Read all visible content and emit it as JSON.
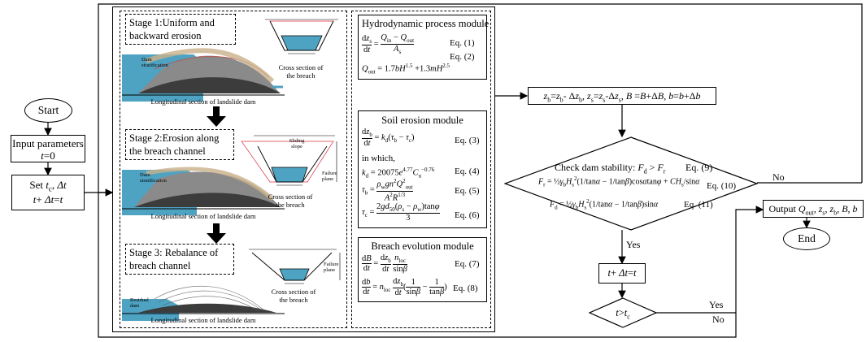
{
  "flow": {
    "start": "Start",
    "input_line1": "Input parameters",
    "input_line2": "t=0",
    "set_line1": "Set tc, Δt",
    "set_line2": "t+ Δt=t",
    "update": "zb=zb- Δzb, zs=zs-Δzs, B =B+ΔB, b=b+Δb",
    "time_update": "t+ Δt=t",
    "time_check": "t>tc",
    "output": "Output Qout, zs, zb, B, b",
    "end": "End",
    "label_yes_1": "Yes",
    "label_yes_2": "Yes",
    "label_no_1": "No",
    "label_no_2": "No"
  },
  "stability": {
    "title": "Check dam stability: Fd > Fr",
    "eq9": "Eq. (9)",
    "eq10": "Eq. (10)",
    "eq11": "Eq. (11)",
    "fr_formula": "Fr = ½ γb Hs² (1/tanα − 1/tanβ) cosα tanφ + CHs/sinα",
    "fd_formula": "Fd = ½ γb Hs² (1/tanα − 1/tanβ) sinα"
  },
  "stages": {
    "stage1_title": "Stage 1:Uniform and backward erosion",
    "stage2_title": "Stage 2:Erosion along the breach channel",
    "stage3_title": "Stage 3: Rebalance of breach channel",
    "long_caption": "Longitudinal section of landslide dam",
    "cross_caption_1": "Cross section of",
    "cross_caption_2": "the breach",
    "dam_strat": "Dam stratification",
    "residual_dam": "Residual dam",
    "sliding_slope": "Sliding slope",
    "failure_plane": "Failure plane"
  },
  "modules": {
    "hydro_title": "Hydrodynamic process module",
    "hydro_eq1_label": "Eq. (1)",
    "hydro_eq2_label": "Eq. (2)",
    "hydro_eq1": "dzs/dt = (Qin − Qout)/As",
    "hydro_eq2": "Qout = 1.7bH^1.5 + 1.3mH^2.5",
    "soil_title": "Soil erosion module",
    "soil_eq3": "dzb/dt = kd(τb − τc)",
    "soil_eq3_label": "Eq. (3)",
    "soil_in_which": "in which,",
    "soil_eq4": "kd = 20075e^(4.77) Cu^(−0.76)",
    "soil_eq4_label": "Eq. (4)",
    "soil_eq5": "τb = ρw g n² Q²out / (A² R^(1/3))",
    "soil_eq5_label": "Eq. (5)",
    "soil_eq6": "τc = 2gd50(ρs − ρw)tanφ / 3",
    "soil_eq6_label": "Eq. (6)",
    "breach_title": "Breach evolution module",
    "breach_eq7": "dB/dt = dzb/dt · nloc/sinβ",
    "breach_eq7_label": "Eq. (7)",
    "breach_eq8": "db/dt = nloc dzb/dt (1/sinβ − 1/tanβ)",
    "breach_eq8_label": "Eq. (8)"
  }
}
